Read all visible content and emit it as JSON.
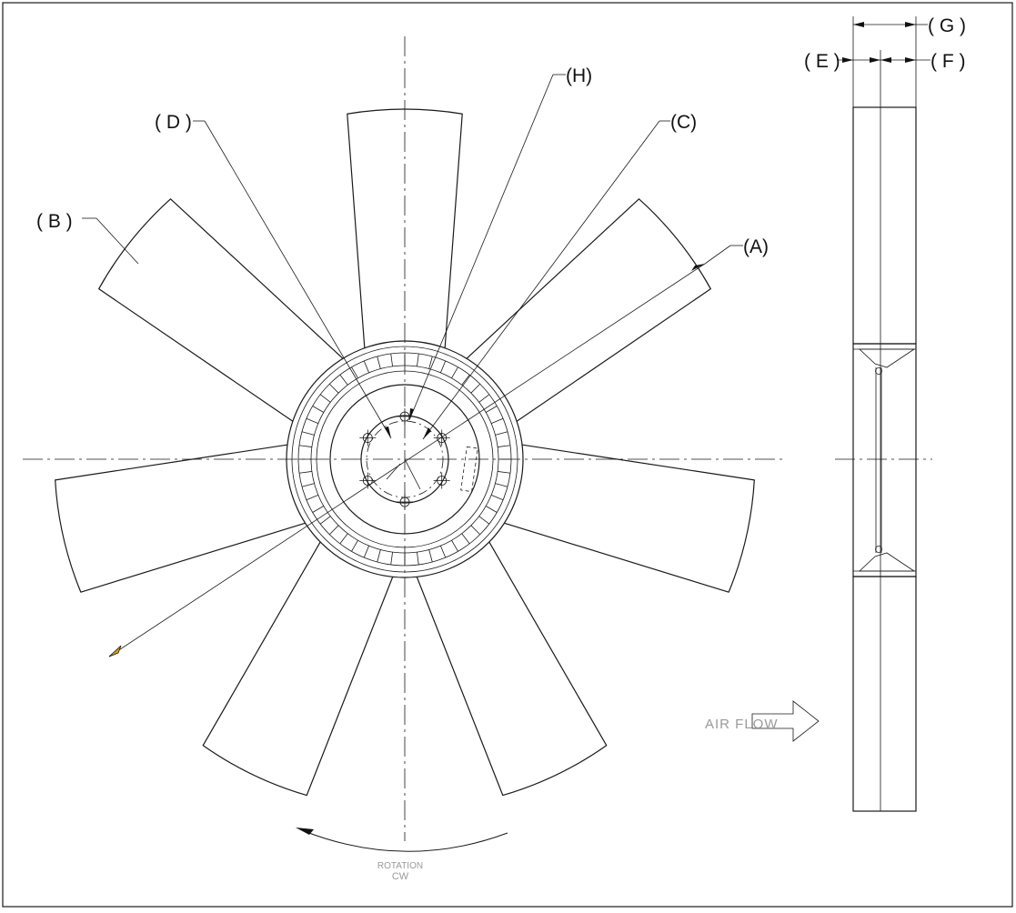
{
  "labels": {
    "A": "(A)",
    "B": "( B )",
    "C": "(C)",
    "D": "( D )",
    "E": "( E )",
    "F": "( F )",
    "G": "( G )",
    "H": "(H)"
  },
  "notes": {
    "air_flow": "AIR  FLOW",
    "rotation": "ROTATION",
    "rotation_dir": "CW"
  },
  "fan": {
    "blade_count": 7
  },
  "colors": {
    "line": "#1a1a1a",
    "note_text": "#9a9a9a",
    "tip_marker": "#d4a017"
  }
}
